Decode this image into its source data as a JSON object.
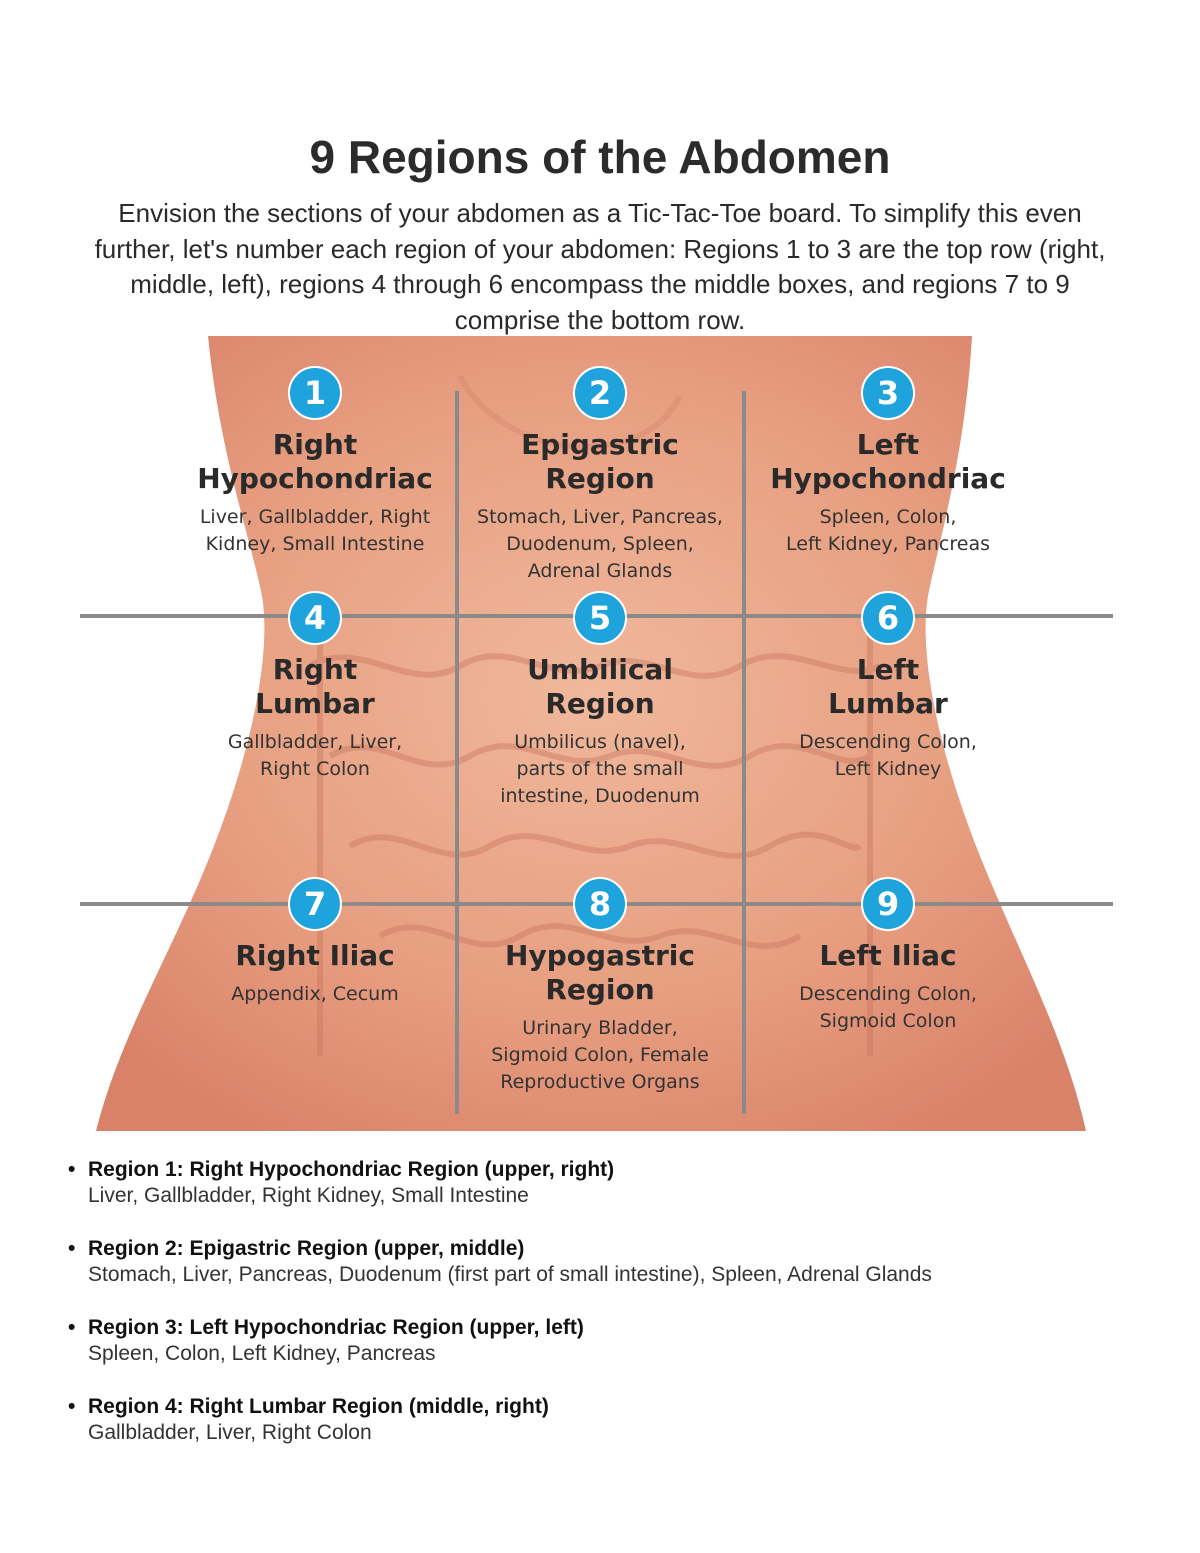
{
  "title": "9 Regions of the Abdomen",
  "intro": "Envision the sections of your abdomen as a Tic-Tac-Toe board. To simplify this even further, let's number each region of your abdomen: Regions 1 to 3 are the top row (right, middle, left), regions 4 through 6 encompass the middle boxes, and regions 7 to 9 comprise the bottom row.",
  "colors": {
    "badge": "#1ea3dc",
    "grid": "#8a8a8a",
    "skin": "#e8a588"
  },
  "regions": [
    {
      "number": "1",
      "name": "Right\nHypochondriac",
      "organs": "Liver, Gallbladder, Right\nKidney, Small Intestine"
    },
    {
      "number": "2",
      "name": "Epigastric\nRegion",
      "organs": "Stomach, Liver, Pancreas,\nDuodenum, Spleen,\nAdrenal Glands"
    },
    {
      "number": "3",
      "name": "Left\nHypochondriac",
      "organs": "Spleen, Colon,\nLeft Kidney, Pancreas"
    },
    {
      "number": "4",
      "name": "Right\nLumbar",
      "organs": "Gallbladder, Liver,\nRight Colon"
    },
    {
      "number": "5",
      "name": "Umbilical\nRegion",
      "organs": "Umbilicus (navel),\nparts of the small\nintestine, Duodenum"
    },
    {
      "number": "6",
      "name": "Left\nLumbar",
      "organs": "Descending Colon,\nLeft Kidney"
    },
    {
      "number": "7",
      "name": "Right Iliac",
      "organs": "Appendix, Cecum"
    },
    {
      "number": "8",
      "name": "Hypogastric\nRegion",
      "organs": "Urinary Bladder,\nSigmoid Colon, Female\nReproductive Organs"
    },
    {
      "number": "9",
      "name": "Left Iliac",
      "organs": "Descending Colon,\nSigmoid Colon"
    }
  ],
  "list": [
    {
      "heading": "Region 1: Right Hypochondriac Region (upper, right)",
      "organs": "Liver, Gallbladder, Right Kidney, Small Intestine"
    },
    {
      "heading": "Region 2: Epigastric Region (upper, middle)",
      "organs": "Stomach, Liver, Pancreas, Duodenum (first part of small intestine), Spleen, Adrenal Glands"
    },
    {
      "heading": "Region 3: Left Hypochondriac Region (upper, left)",
      "organs": "Spleen, Colon, Left Kidney, Pancreas"
    },
    {
      "heading": "Region 4: Right Lumbar Region (middle, right)",
      "organs": "Gallbladder, Liver, Right Colon"
    }
  ]
}
